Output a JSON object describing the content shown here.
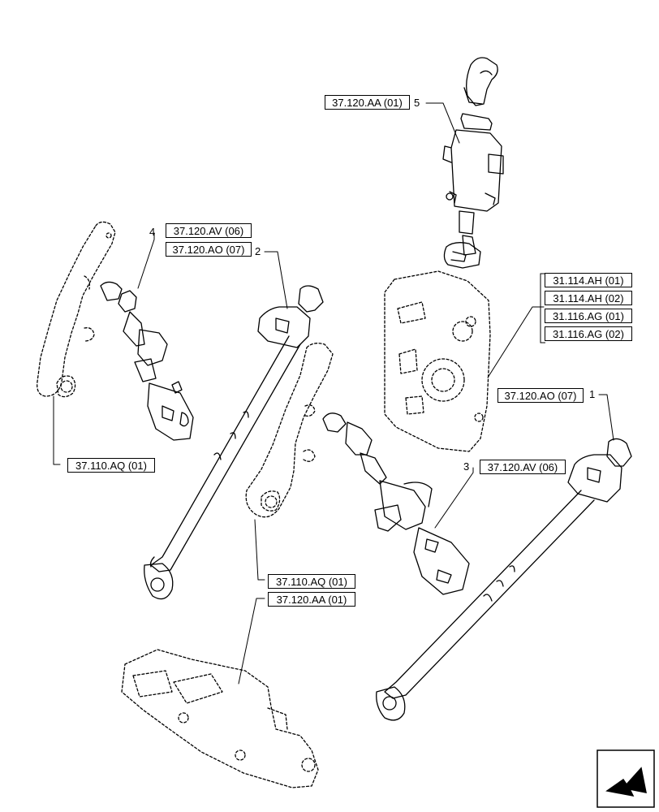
{
  "callouts": [
    {
      "id": "ref-37-120-aa-01-top",
      "text": "37.120.AA (01)"
    },
    {
      "id": "ref-37-120-av-06-left",
      "text": "37.120.AV (06)"
    },
    {
      "id": "ref-37-120-ao-07-left",
      "text": "37.120.AO (07)"
    },
    {
      "id": "ref-31-114-ah-01",
      "text": "31.114.AH (01)"
    },
    {
      "id": "ref-31-114-ah-02",
      "text": "31.114.AH (02)"
    },
    {
      "id": "ref-31-116-ag-01",
      "text": "31.116.AG (01)"
    },
    {
      "id": "ref-31-116-ag-02",
      "text": "31.116.AG (02)"
    },
    {
      "id": "ref-37-120-ao-07-right",
      "text": "37.120.AO (07)"
    },
    {
      "id": "ref-37-120-av-06-right",
      "text": "37.120.AV (06)"
    },
    {
      "id": "ref-37-110-aq-01-left",
      "text": "37.110.AQ (01)"
    },
    {
      "id": "ref-37-110-aq-01-center",
      "text": "37.110.AQ (01)"
    },
    {
      "id": "ref-37-120-aa-01-bottom",
      "text": "37.120.AA (01)"
    }
  ],
  "item_numbers": [
    "5",
    "4",
    "2",
    "1",
    "3"
  ],
  "icons": {
    "nav": "next-page-arrow-icon"
  }
}
